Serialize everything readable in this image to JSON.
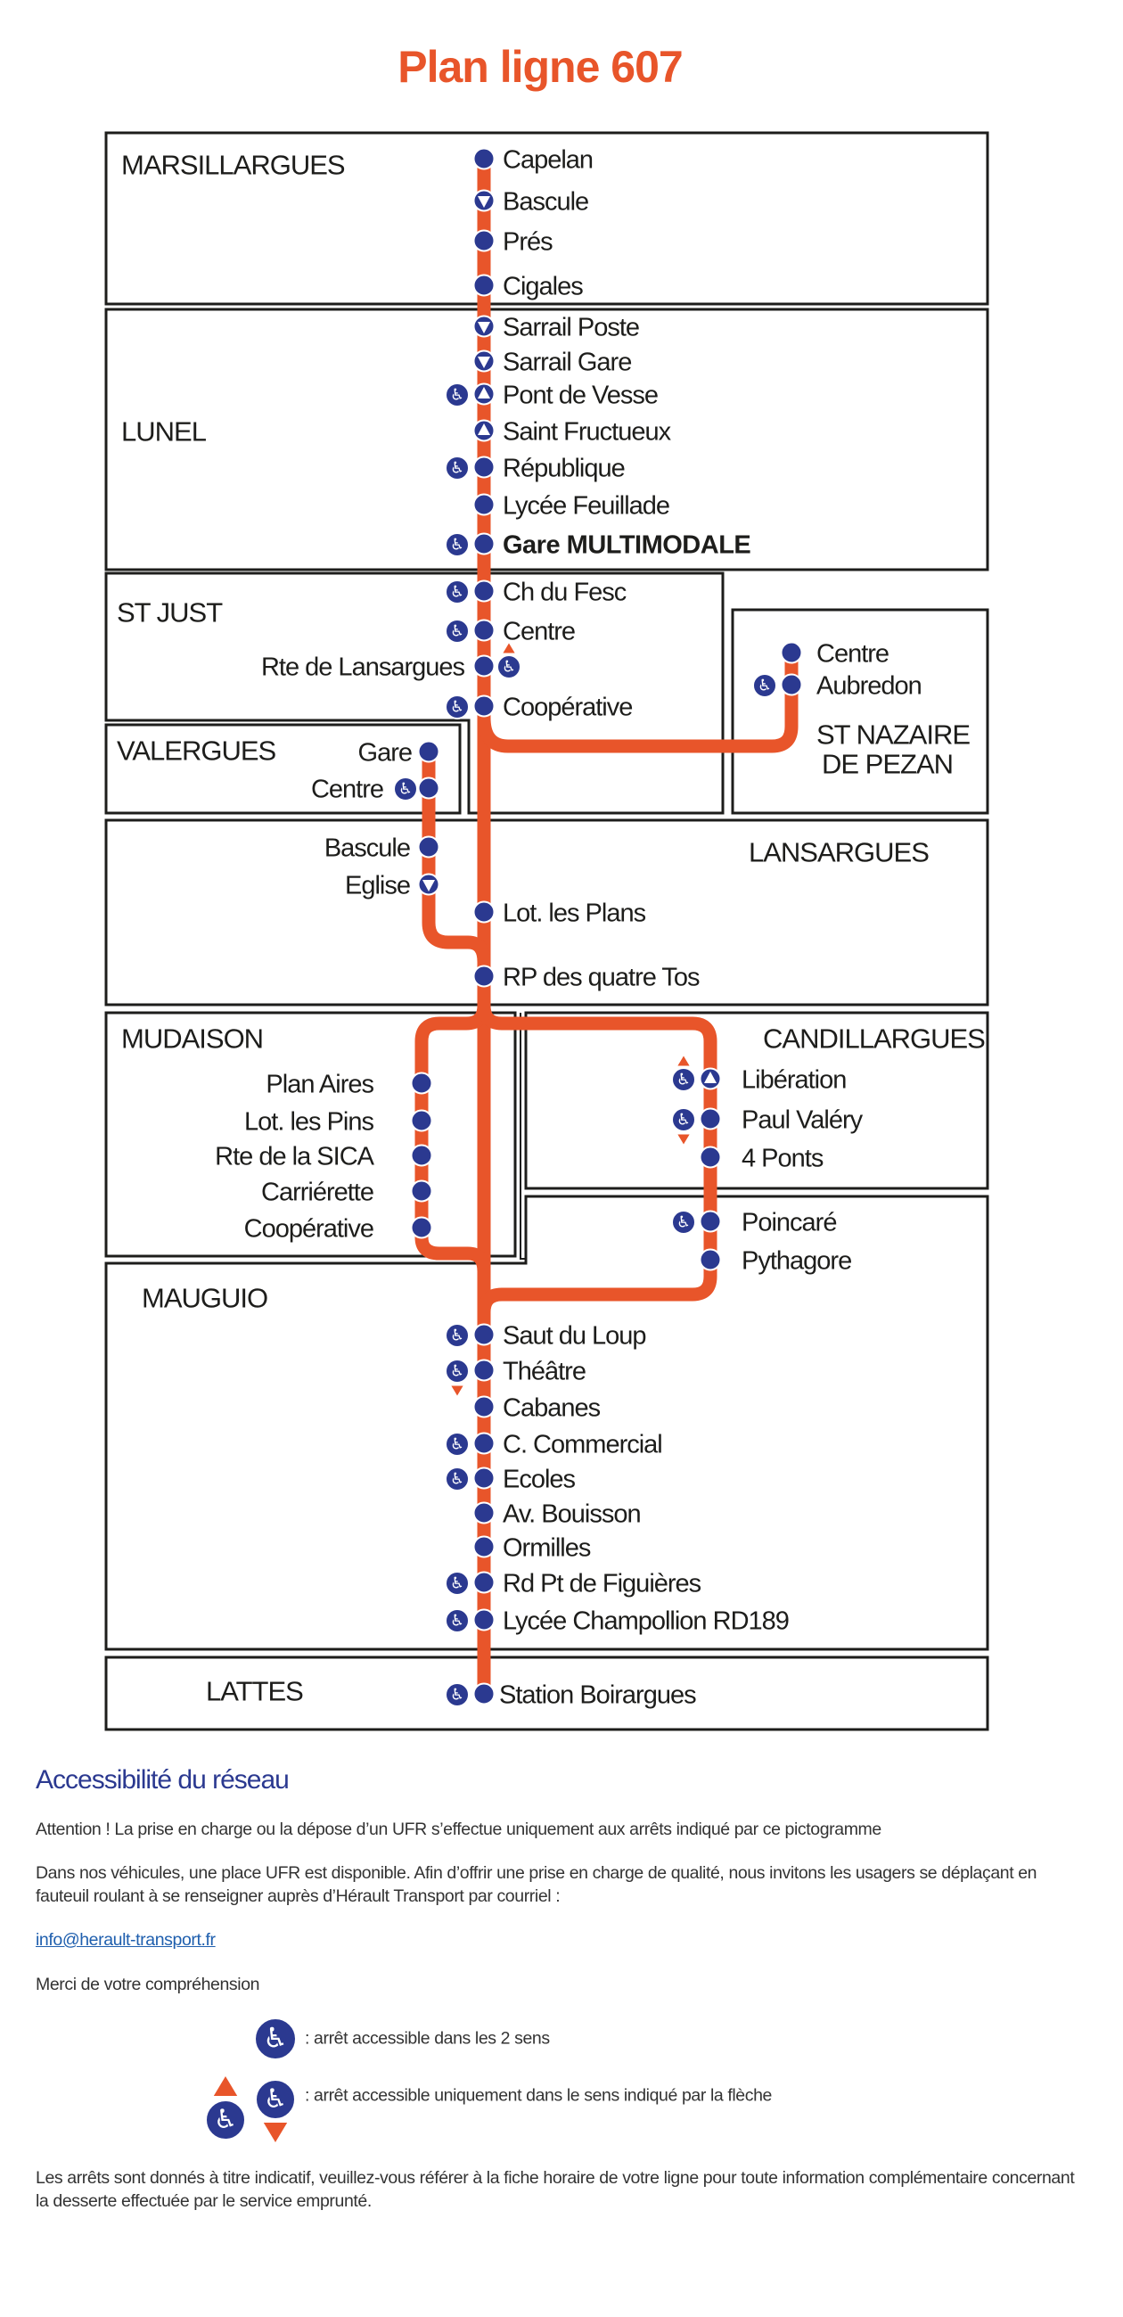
{
  "title": "Plan ligne 607",
  "colors": {
    "line": "#E8552A",
    "stop": "#2B3990",
    "heading": "#2B3990",
    "box": "#1d1d1b"
  },
  "communes": [
    {
      "name": "MARSILLARGUES",
      "stops": [
        {
          "name": "Capelan",
          "marker": "dot"
        },
        {
          "name": "Bascule",
          "marker": "one-way-down"
        },
        {
          "name": "Prés",
          "marker": "dot"
        },
        {
          "name": "Cigales",
          "marker": "dot"
        }
      ]
    },
    {
      "name": "LUNEL",
      "stops": [
        {
          "name": "Sarrail Poste",
          "marker": "one-way-down"
        },
        {
          "name": "Sarrail Gare",
          "marker": "one-way-down"
        },
        {
          "name": "Pont de Vesse",
          "marker": "one-way-up",
          "access": "both"
        },
        {
          "name": "Saint Fructueux",
          "marker": "one-way-up"
        },
        {
          "name": "République",
          "marker": "dot",
          "access": "both"
        },
        {
          "name": "Lycée Feuillade",
          "marker": "dot"
        },
        {
          "name": "Gare MULTIMODALE",
          "marker": "dot",
          "access": "both"
        }
      ]
    },
    {
      "name": "ST JUST",
      "stops": [
        {
          "name": "Ch du Fesc",
          "marker": "dot",
          "access": "both"
        },
        {
          "name": "Centre",
          "marker": "dot",
          "access": "both"
        },
        {
          "name": "Rte de Lansargues",
          "marker": "dot",
          "access": "up"
        },
        {
          "name": "Coopérative",
          "marker": "dot",
          "access": "both"
        }
      ]
    },
    {
      "name": "ST NAZAIRE DE PEZAN",
      "name_lines": [
        "ST NAZAIRE",
        "DE PEZAN"
      ],
      "stops": [
        {
          "name": "Centre",
          "marker": "dot"
        },
        {
          "name": "Aubredon",
          "marker": "dot",
          "access": "both"
        }
      ]
    },
    {
      "name": "VALERGUES",
      "stops": [
        {
          "name": "Gare",
          "marker": "dot"
        },
        {
          "name": "Centre",
          "marker": "dot",
          "access": "both"
        }
      ]
    },
    {
      "name": "LANSARGUES",
      "stops": [
        {
          "name": "Bascule",
          "marker": "dot"
        },
        {
          "name": "Eglise",
          "marker": "one-way-down"
        },
        {
          "name": "Lot. les Plans",
          "marker": "dot"
        },
        {
          "name": "RP des quatre Tos",
          "marker": "dot"
        }
      ]
    },
    {
      "name": "MUDAISON",
      "stops": [
        {
          "name": "Plan Aires",
          "marker": "dot"
        },
        {
          "name": "Lot. les Pins",
          "marker": "dot"
        },
        {
          "name": "Rte de la SICA",
          "marker": "dot"
        },
        {
          "name": "Carriérette",
          "marker": "dot"
        },
        {
          "name": "Coopérative",
          "marker": "dot"
        }
      ]
    },
    {
      "name": "CANDILLARGUES",
      "stops": [
        {
          "name": "Libération",
          "marker": "one-way-up",
          "access": "up"
        },
        {
          "name": "Paul Valéry",
          "marker": "dot",
          "access": "down"
        },
        {
          "name": "4 Ponts",
          "marker": "dot"
        }
      ]
    },
    {
      "name": "MAUGUIO",
      "stops": [
        {
          "name": "Poincaré",
          "marker": "dot",
          "access": "both"
        },
        {
          "name": "Pythagore",
          "marker": "dot"
        },
        {
          "name": "Saut du Loup",
          "marker": "dot",
          "access": "both"
        },
        {
          "name": "Théâtre",
          "marker": "dot",
          "access": "down"
        },
        {
          "name": "Cabanes",
          "marker": "dot"
        },
        {
          "name": "C. Commercial",
          "marker": "dot",
          "access": "both"
        },
        {
          "name": "Ecoles",
          "marker": "dot",
          "access": "both"
        },
        {
          "name": "Av. Bouisson",
          "marker": "dot"
        },
        {
          "name": "Ormilles",
          "marker": "dot"
        },
        {
          "name": "Rd Pt de Figuières",
          "marker": "dot",
          "access": "both"
        },
        {
          "name": "Lycée Champollion RD189",
          "marker": "dot",
          "access": "both"
        }
      ]
    },
    {
      "name": "LATTES",
      "stops": [
        {
          "name": "Station Boirargues",
          "marker": "dot",
          "access": "both"
        }
      ]
    }
  ],
  "accessibility": {
    "heading": "Accessibilité du réseau",
    "attention": "Attention ! La prise en charge ou la dépose d’un UFR s’effectue uniquement aux arrêts indiqué par ce pictogramme",
    "info": "Dans nos véhicules, une place UFR est disponible. Afin d’offrir une prise en charge de qualité, nous invitons les usagers se déplaçant en fauteuil roulant à se renseigner auprès d’Hérault Transport par courriel :",
    "email": "info@herault-transport.fr",
    "thanks": "Merci de votre compréhension",
    "legend": [
      {
        "icon": "wheelchair-icon",
        "text": ": arrêt accessible dans les 2 sens"
      },
      {
        "icon": "wheelchair-direction-icon",
        "text": ": arrêt accessible uniquement dans le sens indiqué par la flèche"
      }
    ],
    "footer": "Les arrêts sont donnés à titre indicatif, veuillez-vous référer à la fiche horaire de votre ligne pour toute information complémentaire concernant la desserte effectuée par le service emprunté."
  }
}
